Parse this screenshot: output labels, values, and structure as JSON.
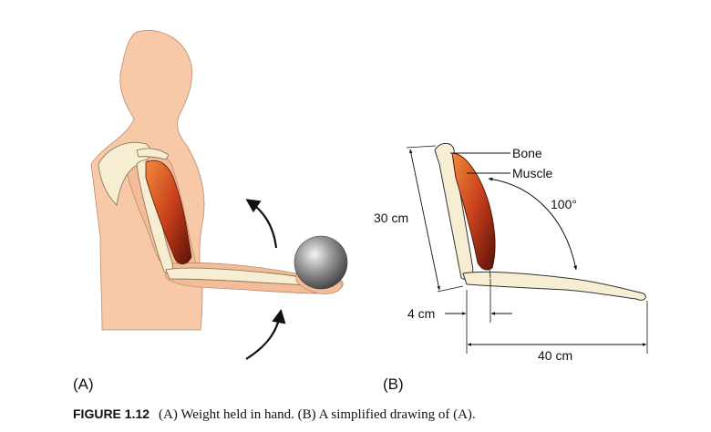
{
  "panels": {
    "a": "(A)",
    "b": "(B)"
  },
  "labels": {
    "bone": "Bone",
    "muscle": "Muscle",
    "angle": "100°",
    "upper_arm_length": "30 cm",
    "muscle_offset": "4 cm",
    "forearm_length": "40 cm"
  },
  "caption": {
    "figure": "FIGURE 1.12",
    "text": "(A) Weight held in hand. (B) A simplified drawing of (A)."
  },
  "colors": {
    "skin": "#f7c9a8",
    "bone": "#f7edd2",
    "muscle": "#c1441e",
    "weight": "#8c8c8c"
  }
}
